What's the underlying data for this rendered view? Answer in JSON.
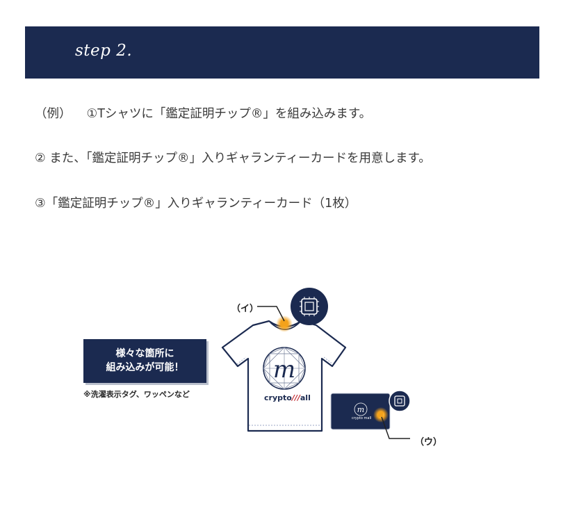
{
  "header": {
    "title": "step 2."
  },
  "steps": {
    "example_prefix": "（例）",
    "line1": "①Tシャツに「鑑定証明チップ®」を組み込みます。",
    "line2": "② また、「鑑定証明チップ®」入りギャランティーカードを用意します。",
    "line3": "③「鑑定証明チップ®」入りギャランティーカード（1枚）"
  },
  "illustration": {
    "callout_line1": "様々な箇所に",
    "callout_line2": "組み込みが可能！",
    "callout_note": "※洗濯表示タグ、ワッペンなど",
    "label_shirt_chip": "（イ）",
    "label_card_chip": "（ウ）",
    "shirt_brand": "crypto",
    "shirt_brand_suffix": "all",
    "card_brand": "crypto mall",
    "logo_letter": "m"
  },
  "colors": {
    "navy": "#1b2a50",
    "chip_glow": "#f4a21b"
  },
  "icons": [
    "chip-icon"
  ]
}
